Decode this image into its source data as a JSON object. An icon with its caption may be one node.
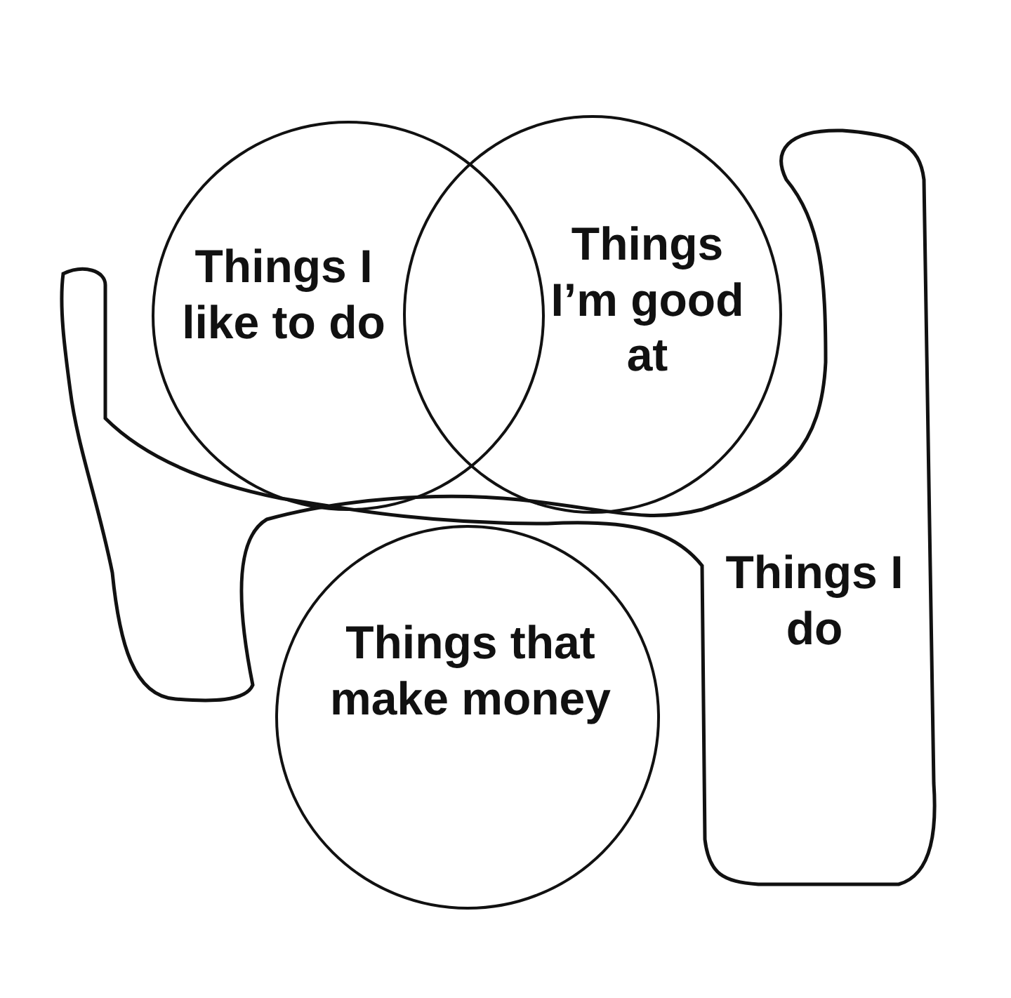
{
  "diagram": {
    "nodes": [
      {
        "text": [
          "Things I like to do"
        ]
      },
      {
        "text": [
          "Things I’m good at"
        ]
      },
      {
        "text": [
          "Things that make money"
        ]
      },
      {
        "text": [
          "Things I do"
        ]
      }
    ]
  }
}
